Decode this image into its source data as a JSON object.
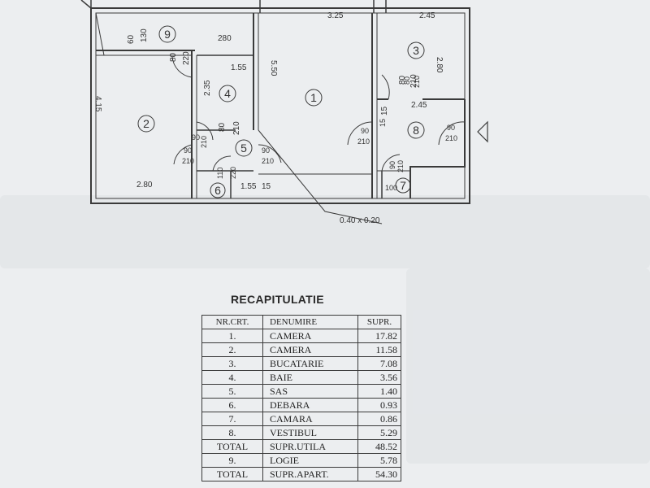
{
  "plan": {
    "rooms": [
      {
        "num": "1"
      },
      {
        "num": "2"
      },
      {
        "num": "3"
      },
      {
        "num": "4"
      },
      {
        "num": "5"
      },
      {
        "num": "6"
      },
      {
        "num": "7"
      },
      {
        "num": "8"
      },
      {
        "num": "9"
      }
    ],
    "dimensions": {
      "top_325": "3.25",
      "top_245": "2.45",
      "room9_d1": "60",
      "room9_d2": "130",
      "room9_d3": "280",
      "room9_door": "80",
      "room9_door_h": "220",
      "d155": "1.55",
      "d550": "5.50",
      "d415": "4.15",
      "d235": "2.35",
      "d280_v": "2.80",
      "d210_r3": "210",
      "d80_r3": "80",
      "d245": "2.45",
      "d15_r3": "15",
      "d280_bottom": "2.80",
      "d155_b": "1.55",
      "d15_b": "15",
      "d80_r4": "80",
      "d210_r4": "210",
      "d90_1": "90",
      "d210_1": "210",
      "d90_2": "90",
      "d210_2": "210",
      "d90_3": "90",
      "d210_3": "210",
      "d90_4": "90",
      "d210_4": "210",
      "d90_5": "90",
      "d210_5": "210",
      "d110": "110",
      "d220": "220",
      "d90_6": "90",
      "d210_6": "210",
      "d80_7": "80",
      "d210_7": "210",
      "d100": "100",
      "d15_r8": "15",
      "vent": "0.40 x 0.20"
    }
  },
  "recap": {
    "title": "RECAPITULATIE",
    "headers": [
      "NR.CRT.",
      "DENUMIRE",
      "SUPR."
    ],
    "rows": [
      [
        "1.",
        "CAMERA",
        "17.82"
      ],
      [
        "2.",
        "CAMERA",
        "11.58"
      ],
      [
        "3.",
        "BUCATARIE",
        "7.08"
      ],
      [
        "4.",
        "BAIE",
        "3.56"
      ],
      [
        "5.",
        "SAS",
        "1.40"
      ],
      [
        "6.",
        "DEBARA",
        "0.93"
      ],
      [
        "7.",
        "CAMARA",
        "0.86"
      ],
      [
        "8.",
        "VESTIBUL",
        "5.29"
      ],
      [
        "TOTAL",
        "SUPR.UTILA",
        "48.52"
      ],
      [
        "9.",
        "LOGIE",
        "5.78"
      ],
      [
        "TOTAL",
        "SUPR.APART.",
        "54.30"
      ]
    ]
  }
}
